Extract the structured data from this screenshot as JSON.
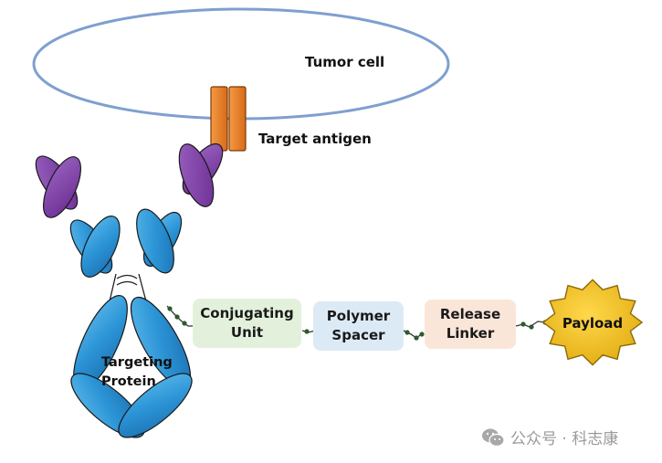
{
  "diagram": {
    "tumor_cell": {
      "label": "Tumor cell",
      "outline_color": "#7f9fd0"
    },
    "target_antigen": {
      "label": "Target antigen",
      "color": "#ee8230"
    },
    "targeting_protein": {
      "label_line1": "Targeting",
      "label_line2": "Protein",
      "variable_color": "#7b3fa0",
      "constant_color": "#2a8fd0"
    },
    "components": [
      {
        "id": "conjugating-unit",
        "line1": "Conjugating",
        "line2": "Unit",
        "color": "#e3f1dc"
      },
      {
        "id": "polymer-spacer",
        "line1": "Polymer",
        "line2": "Spacer",
        "color": "#dceaf6"
      },
      {
        "id": "release-linker",
        "line1": "Release",
        "line2": "Linker",
        "color": "#fae6d8"
      }
    ],
    "payload": {
      "label": "Payload",
      "color": "#f2c31a"
    }
  },
  "watermark": {
    "icon": "wechat-icon",
    "text": "公众号 · 科志康"
  }
}
